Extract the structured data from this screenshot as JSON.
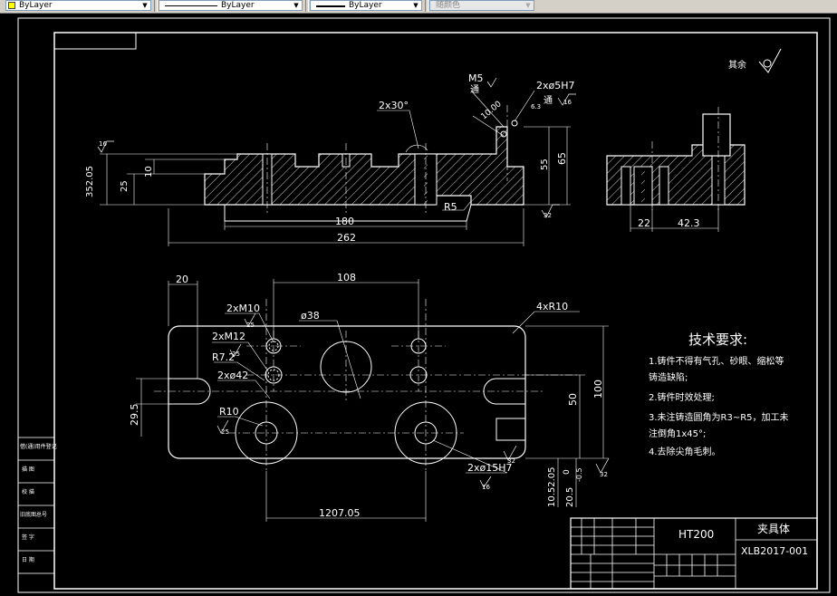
{
  "toolbar": {
    "color_combo": "ByLayer",
    "linetype_combo": "ByLayer",
    "lineweight_combo": "ByLayer",
    "plotstyle_combo": "随颜色"
  },
  "drawing": {
    "roughness_other": "其余",
    "top_view": {
      "dim_352_05": "352.05",
      "dim_25": "25",
      "dim_10": "10",
      "dim_180": "180",
      "dim_262": "262",
      "dim_2x30": "2x30°",
      "dim_r5": "R5",
      "dim_m5": "M5",
      "dim_m5_thru": "通",
      "dim_m5_deep": "10.00",
      "dim_2x5h7": "2xø5H7",
      "dim_2x5h7_thru": "通",
      "dim_55": "55",
      "dim_65": "65",
      "rough_16a": "16",
      "rough_32a": "32",
      "rough_16b": "16",
      "rough_63": "6.3"
    },
    "side_view": {
      "dim_22": "22",
      "dim_42_3": "42.3"
    },
    "front_view": {
      "dim_20": "20",
      "dim_108": "108",
      "dim_2xm10": "2xM10",
      "dim_2xm12": "2xM12",
      "dim_r7": "R7.2",
      "dim_2x42": "2xø42",
      "dim_38": "ø38",
      "dim_4xr10": "4xR10",
      "dim_29_5": "29.5",
      "dim_r10": "R10",
      "dim_50": "50",
      "dim_100": "100",
      "dim_2x15h7": "2xø15H7",
      "dim_120": "1207.05",
      "dim_10_52": "10.52.05",
      "dim_0": "0",
      "dim_20_5": "20.5",
      "dim_neg05": "-0.5",
      "rough_25a": "25",
      "rough_25b": "25",
      "rough_25c": "25",
      "rough_32b": "32",
      "rough_32c": "32",
      "rough_16c": "16"
    },
    "tech_req": {
      "title": "技术要求:",
      "line1": "1.铸件不得有气孔、砂眼、缩松等",
      "line1b": "铸造缺陷;",
      "line2": "2.铸件时效处理;",
      "line3": "3.未注铸造圆角为R3~R5，加工未",
      "line3b": "注倒角1x45°;",
      "line4": "4.去除尖角毛刺。"
    },
    "title_block": {
      "material": "HT200",
      "part_name": "夹具体",
      "drawing_no": "XLB2017-001"
    },
    "left_strip": {
      "item1": "借(通)用件登记",
      "item2": "描 图",
      "item3": "校 描",
      "item4": "旧底图总号",
      "item5": "签 字",
      "item6": "日 期"
    }
  }
}
